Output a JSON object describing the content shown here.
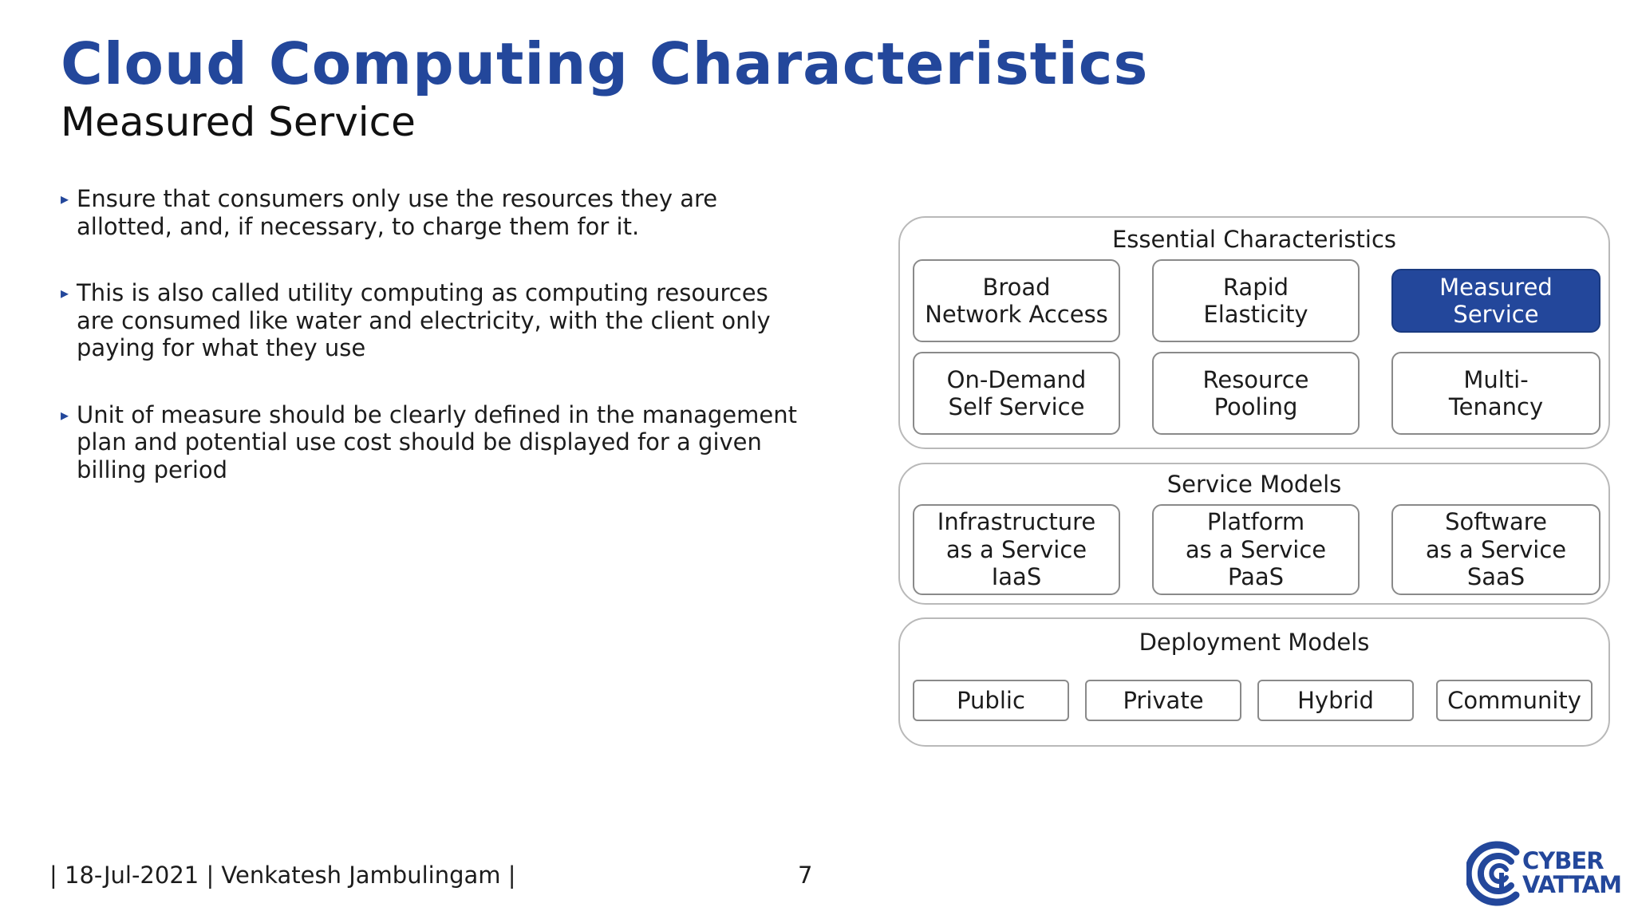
{
  "slide": {
    "title": "Cloud Computing Characteristics",
    "subtitle": "Measured Service"
  },
  "bullets": [
    {
      "marker": "▸",
      "lines": [
        "Ensure that consumers only use the resources they are",
        "allotted, and, if necessary, to charge them for it."
      ]
    },
    {
      "marker": "▸",
      "lines": [
        "This is also called utility computing as computing resources",
        "are consumed like water and electricity, with the client only",
        "paying for what they use"
      ]
    },
    {
      "marker": "▸",
      "lines": [
        "Unit of measure should be clearly defined in the management",
        "plan and potential use cost should be displayed for a given",
        "billing period"
      ]
    }
  ],
  "essential": {
    "title": "Essential Characteristics",
    "items": [
      {
        "lines": [
          "Broad",
          "Network Access"
        ],
        "active": false
      },
      {
        "lines": [
          "Rapid",
          "Elasticity"
        ],
        "active": false
      },
      {
        "lines": [
          "Measured",
          "Service"
        ],
        "active": true
      },
      {
        "lines": [
          "On-Demand",
          "Self Service"
        ],
        "active": false
      },
      {
        "lines": [
          "Resource",
          "Pooling"
        ],
        "active": false
      },
      {
        "lines": [
          "Multi-",
          "Tenancy"
        ],
        "active": false
      }
    ]
  },
  "service_models": {
    "title": "Service Models",
    "items": [
      {
        "lines": [
          "Infrastructure",
          "as a Service",
          "IaaS"
        ]
      },
      {
        "lines": [
          "Platform",
          "as a Service",
          "PaaS"
        ]
      },
      {
        "lines": [
          "Software",
          "as a Service",
          "SaaS"
        ]
      }
    ]
  },
  "deployment_models": {
    "title": "Deployment Models",
    "items": [
      "Public",
      "Private",
      "Hybrid",
      "Community"
    ]
  },
  "footer": {
    "text": "| 18-Jul-2021 | Venkatesh Jambulingam |",
    "page_number": "7"
  },
  "logo": {
    "line1": "CYBER",
    "line2": "VATTAM",
    "icon": "wifi-signal-icon"
  },
  "colors": {
    "accent": "#23479b",
    "active_fill": "#23479b",
    "border": "#8a8a8a",
    "panel_border": "#b9b9b9"
  }
}
